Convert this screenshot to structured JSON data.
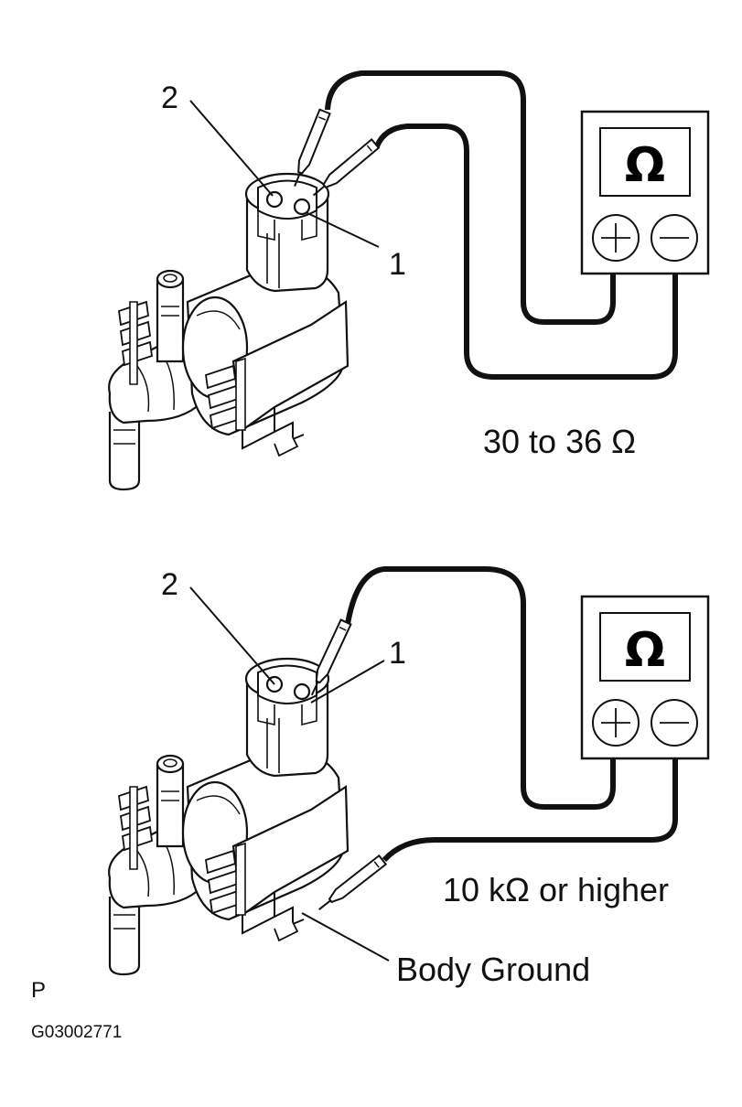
{
  "diagram": {
    "top": {
      "callout_2": "2",
      "callout_1": "1",
      "meter_symbol": "Ω",
      "plus_symbol": "+",
      "minus_symbol": "−",
      "spec": "30 to 36 Ω"
    },
    "bottom": {
      "callout_2": "2",
      "callout_1": "1",
      "meter_symbol": "Ω",
      "plus_symbol": "+",
      "minus_symbol": "−",
      "spec": "10 kΩ or higher",
      "ground_label": "Body Ground"
    },
    "corner_mark": "P",
    "figure_code": "G03002771"
  }
}
